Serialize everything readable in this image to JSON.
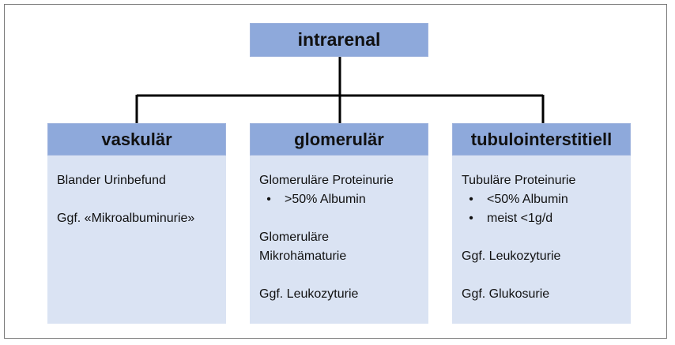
{
  "root": {
    "label": "intrarenal"
  },
  "columns": [
    {
      "title": "vaskulär",
      "lines": [
        "Blander Urinbefund",
        "",
        "Ggf. «Mikroalbuminurie»"
      ]
    },
    {
      "title": "glomerulär",
      "lines": [
        "Glomeruläre Proteinurie",
        "•|>50% Albumin",
        "",
        "Glomeruläre",
        "Mikrohämaturie",
        "",
        "Ggf. Leukozyturie"
      ]
    },
    {
      "title": "tubulointerstitiell",
      "lines": [
        "Tubuläre Proteinurie",
        "•|<50% Albumin",
        "•|meist <1g/d",
        "",
        "Ggf. Leukozyturie",
        "",
        "Ggf. Glukosurie"
      ]
    }
  ],
  "colors": {
    "header": "#8ea9db",
    "body": "#dae3f3",
    "connector": "#000000"
  }
}
